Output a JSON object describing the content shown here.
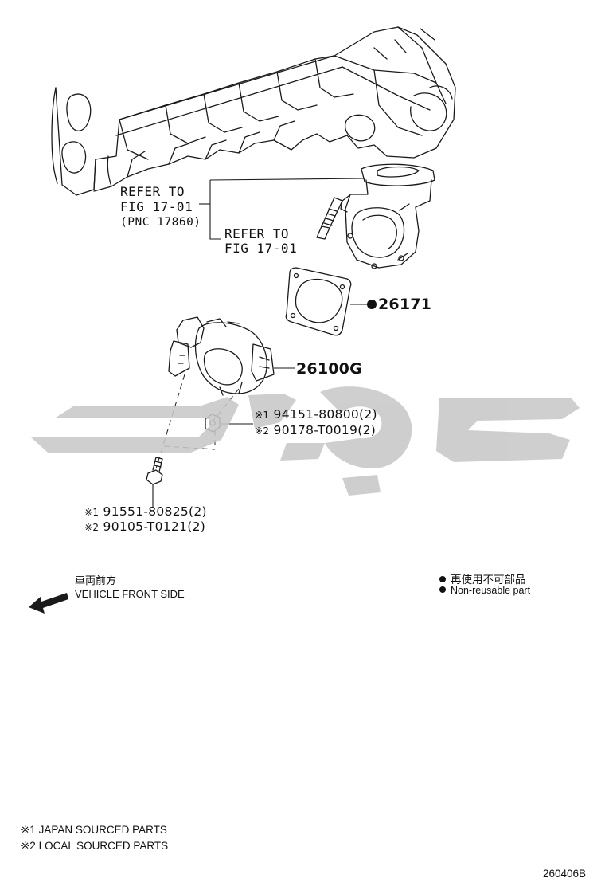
{
  "refer_labels": {
    "manifold": [
      "REFER TO",
      "FIG 17-01",
      "(PNC 17860)"
    ],
    "stud": [
      "REFER TO",
      "FIG 17-01"
    ]
  },
  "parts": {
    "gasket": {
      "number": "26171",
      "nonreusable": true
    },
    "throttle_body": {
      "number": "26100G"
    },
    "nut": [
      {
        "marker": "※1",
        "number": "94151-80800(2)"
      },
      {
        "marker": "※2",
        "number": "90178-T0019(2)"
      }
    ],
    "bolt": [
      {
        "marker": "※1",
        "number": "91551-80825(2)"
      },
      {
        "marker": "※2",
        "number": "90105-T0121(2)"
      }
    ]
  },
  "vehicle_front": {
    "jp": "車両前方",
    "en": "VEHICLE FRONT SIDE"
  },
  "legend": {
    "jp": "再使用不可部品",
    "en": "Non-reusable part"
  },
  "footnotes": [
    "※1 JAPAN SOURCED PARTS",
    "※2 LOCAL SOURCED PARTS"
  ],
  "figure_code": "260406B",
  "watermark_text": "كاوكي",
  "colors": {
    "line": "#1a1a1a",
    "watermark": "#c8c8c8"
  },
  "icons": [
    "vehicle-front-arrow-icon",
    "nonreusable-dot-icon"
  ]
}
